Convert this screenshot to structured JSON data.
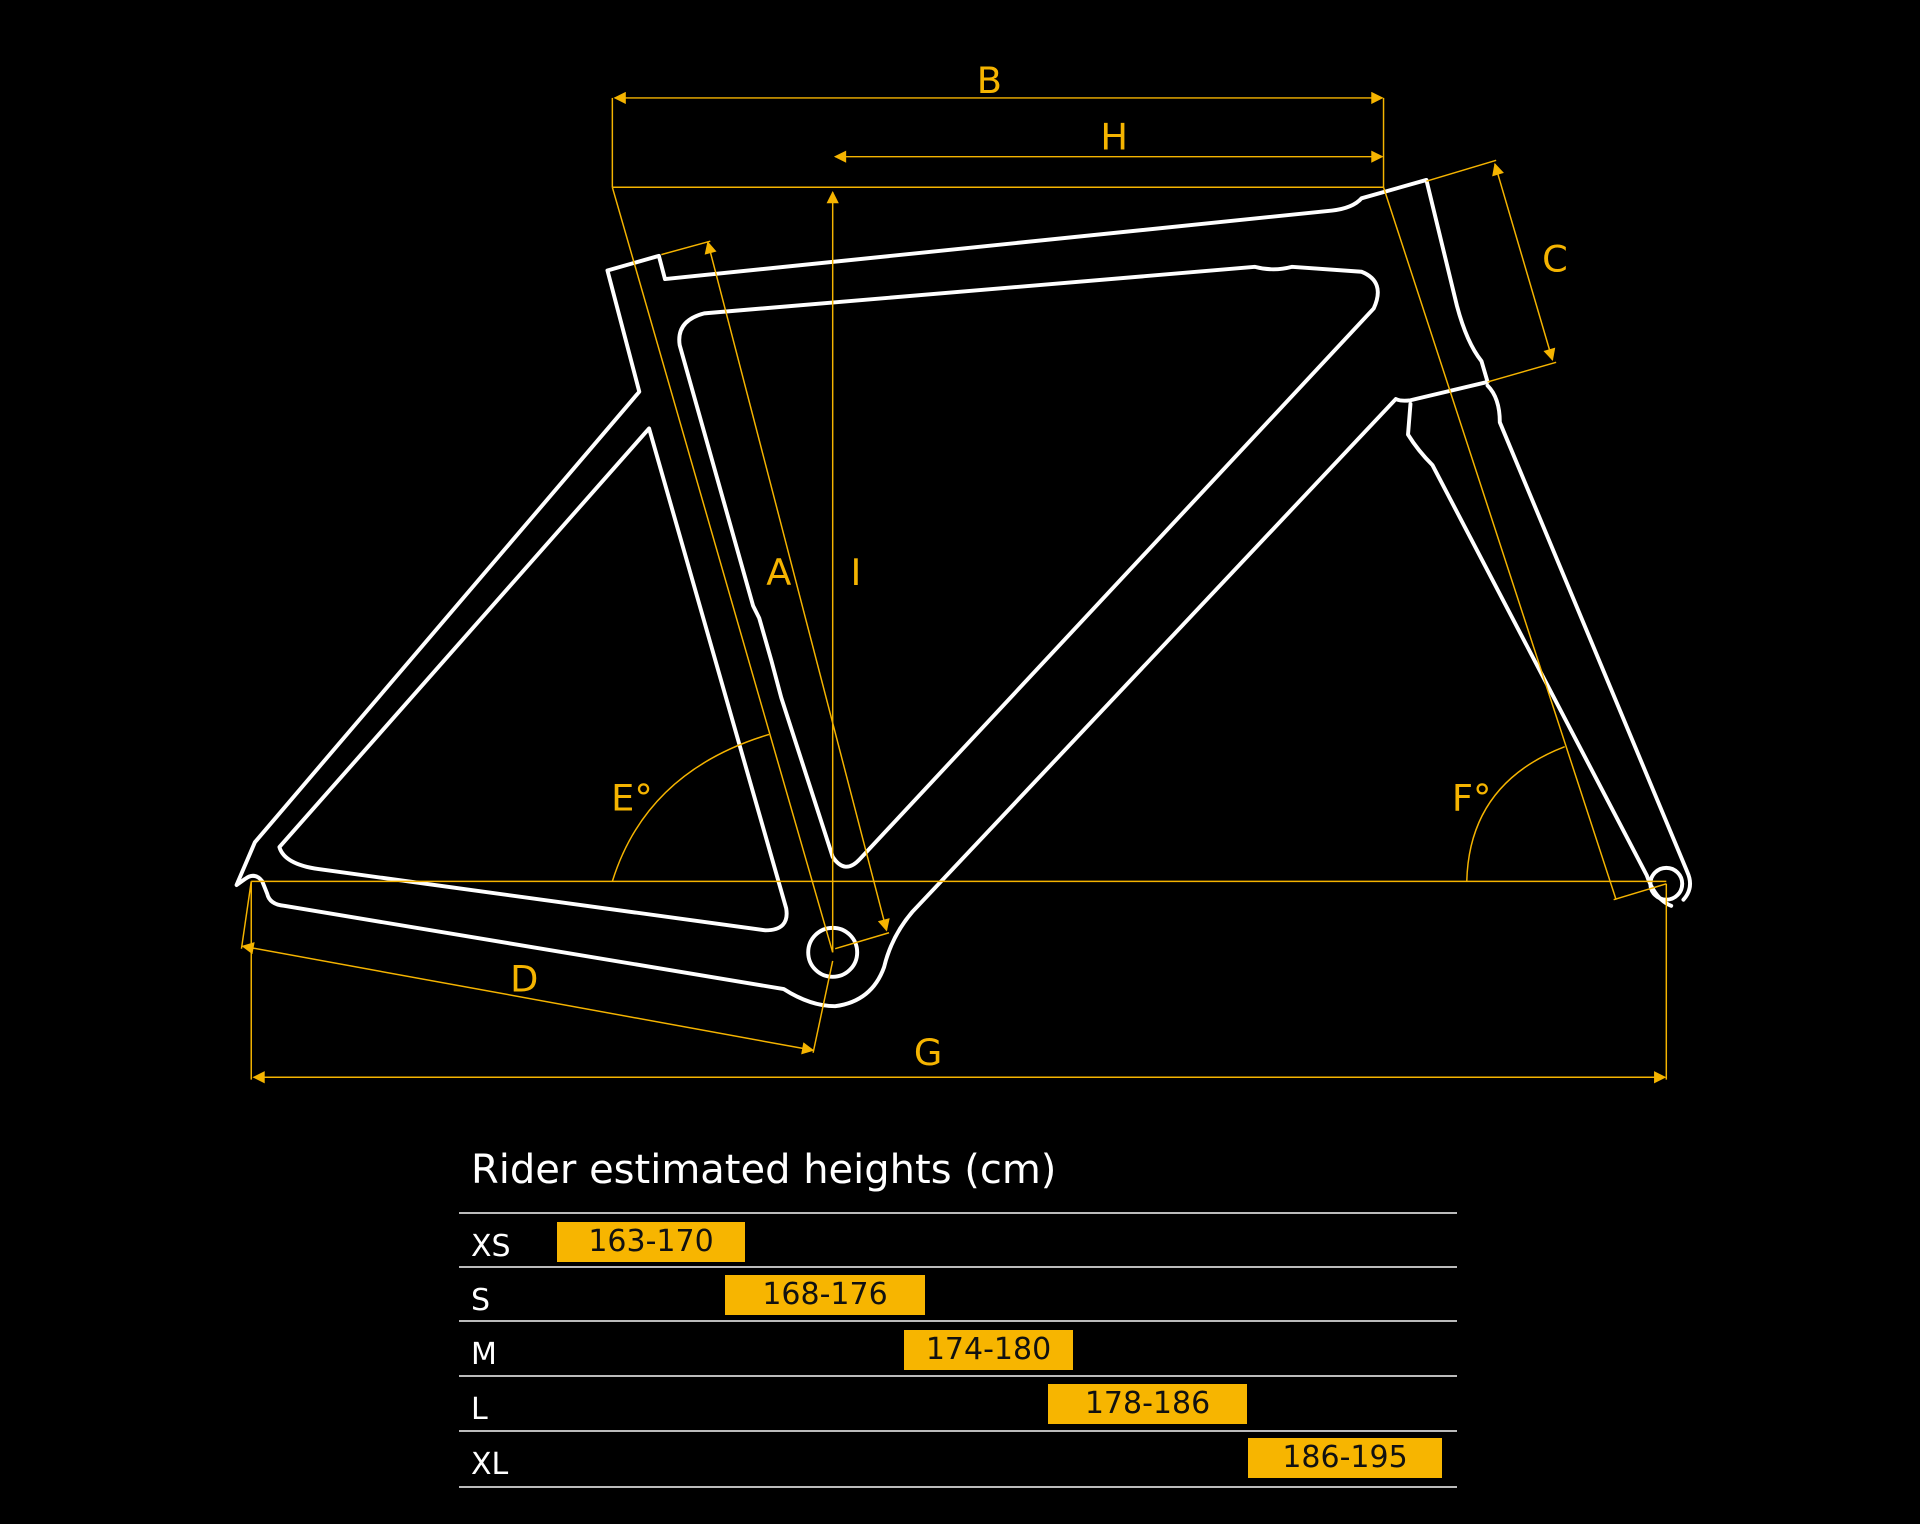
{
  "colors": {
    "accent": "#f7b500",
    "frame": "#ffffff",
    "background": "#000000"
  },
  "dimension_labels": {
    "A": "A",
    "B": "B",
    "C": "C",
    "D": "D",
    "E": "E°",
    "F": "F°",
    "G": "G",
    "H": "H",
    "I": "I"
  },
  "table": {
    "title": "Rider estimated heights (cm)",
    "rows": [
      {
        "size": "XS",
        "range": "163-170"
      },
      {
        "size": "S",
        "range": "168-176"
      },
      {
        "size": "M",
        "range": "174-180"
      },
      {
        "size": "L",
        "range": "178-186"
      },
      {
        "size": "XL",
        "range": "186-195"
      }
    ]
  }
}
